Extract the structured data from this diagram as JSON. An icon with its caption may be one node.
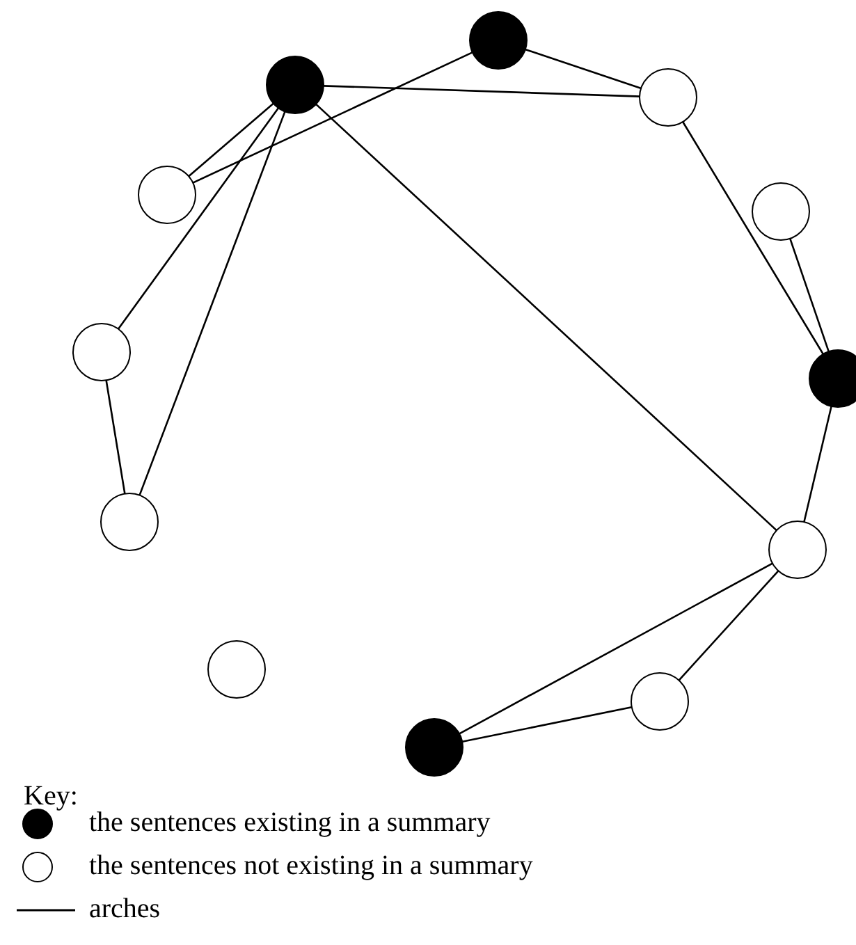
{
  "diagram": {
    "nodes": [
      {
        "text": [],
        "shape": "dot"
      },
      {
        "text": [],
        "shape": "dot"
      },
      {
        "text": [],
        "shape": "circle"
      },
      {
        "text": [],
        "shape": "circle"
      },
      {
        "text": [],
        "shape": "circle"
      },
      {
        "text": [],
        "shape": "circle"
      },
      {
        "text": [],
        "shape": "dot"
      },
      {
        "text": [],
        "shape": "circle"
      },
      {
        "text": [],
        "shape": "circle"
      },
      {
        "text": [],
        "shape": "circle"
      },
      {
        "text": [],
        "shape": "circle"
      },
      {
        "text": [],
        "shape": "dot"
      }
    ],
    "edges": [
      {
        "from": 0,
        "to": 3,
        "arrow": "none"
      },
      {
        "from": 1,
        "to": 3,
        "arrow": "none"
      },
      {
        "from": 1,
        "to": 2,
        "arrow": "none"
      },
      {
        "from": 0,
        "to": 2,
        "arrow": "none"
      },
      {
        "from": 0,
        "to": 5,
        "arrow": "none"
      },
      {
        "from": 0,
        "to": 7,
        "arrow": "none"
      },
      {
        "from": 0,
        "to": 8,
        "arrow": "none"
      },
      {
        "from": 2,
        "to": 6,
        "arrow": "none"
      },
      {
        "from": 4,
        "to": 6,
        "arrow": "none"
      },
      {
        "from": 5,
        "to": 7,
        "arrow": "none"
      },
      {
        "from": 6,
        "to": 8,
        "arrow": "none"
      },
      {
        "from": 8,
        "to": 11,
        "arrow": "none"
      },
      {
        "from": 8,
        "to": 10,
        "arrow": "none"
      },
      {
        "from": 10,
        "to": 11,
        "arrow": "none"
      }
    ],
    "labels": [
      "Key:"
    ],
    "legend": [
      {
        "text": "the sentences existing in a summary"
      },
      {
        "text": "the sentences not existing in a summary"
      },
      {
        "text": "arches"
      }
    ]
  }
}
